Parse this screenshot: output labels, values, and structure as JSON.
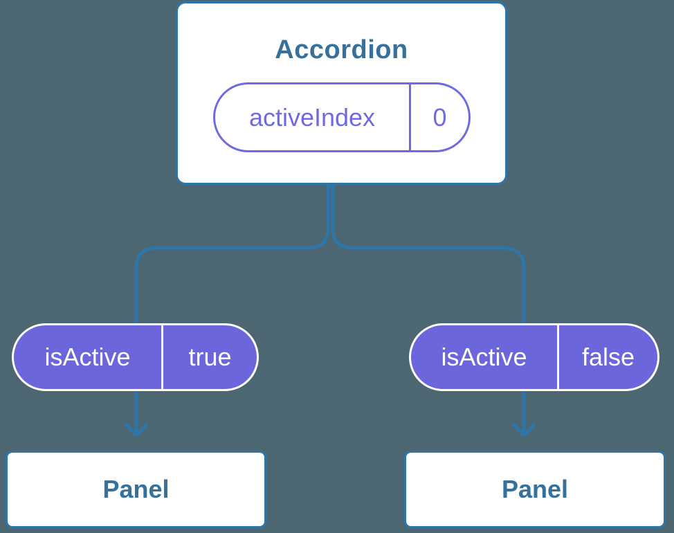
{
  "diagram": {
    "root": {
      "title": "Accordion",
      "prop": {
        "name": "activeIndex",
        "value": "0"
      }
    },
    "children": [
      {
        "prop": {
          "name": "isActive",
          "value": "true"
        },
        "panel_label": "Panel"
      },
      {
        "prop": {
          "name": "isActive",
          "value": "false"
        },
        "panel_label": "Panel"
      }
    ],
    "colors": {
      "background": "#4C6672",
      "connector_blue": "#2E76A8",
      "component_text_blue": "#35719C",
      "prop_purple_fill": "#6B66DC",
      "prop_purple_accent": "#6F6AE2",
      "card_white": "#FFFFFF"
    }
  }
}
